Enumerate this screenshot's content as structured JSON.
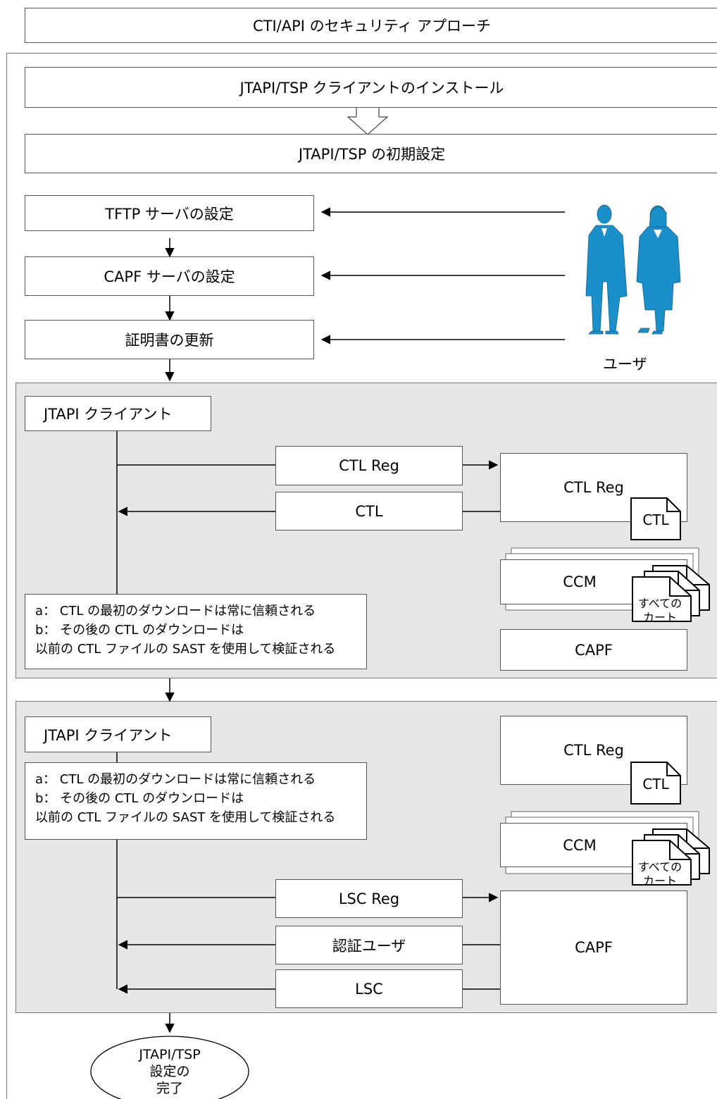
{
  "title": "CTI/API のセキュリティ アプローチ",
  "steps": {
    "install": "JTAPI/TSP クライアントのインストール",
    "initial_setup": "JTAPI/TSP の初期設定",
    "tftp": "TFTP サーバの設定",
    "capf": "CAPF サーバの設定",
    "cert_update": "証明書の更新"
  },
  "user_label": "ユーザ",
  "panel1": {
    "client": "JTAPI クライアント",
    "msg_ctl_reg": "CTL Reg",
    "msg_ctl": "CTL",
    "server_ctl_reg": "CTL Reg",
    "doc_ctl": "CTL",
    "server_ccm": "CCM",
    "doc_all_cards_line1": "すべての",
    "doc_all_cards_line2": "カート",
    "server_capf": "CAPF",
    "note": [
      "a： CTL の最初のダウンロードは常に信頼される",
      "b： その後の CTL のダウンロードは",
      "以前の CTL ファイルの SAST を使用して検証される"
    ]
  },
  "panel2": {
    "client": "JTAPI クライアント",
    "note": [
      "a： CTL の最初のダウンロードは常に信頼される",
      "b： その後の CTL のダウンロードは",
      "以前の CTL ファイルの SAST を使用して検証される"
    ],
    "server_ctl_reg": "CTL Reg",
    "doc_ctl": "CTL",
    "server_ccm": "CCM",
    "doc_all_cards_line1": "すべての",
    "doc_all_cards_line2": "カート",
    "msg_lsc_reg": "LSC Reg",
    "msg_auth_user": "認証ユーザ",
    "msg_lsc": "LSC",
    "server_capf": "CAPF"
  },
  "end": {
    "line1": "JTAPI/TSP",
    "line2": "設定の",
    "line3": "完了"
  },
  "colors": {
    "figure_blue": "#1a8fc9",
    "panel_gray": "#e6e6e6"
  }
}
